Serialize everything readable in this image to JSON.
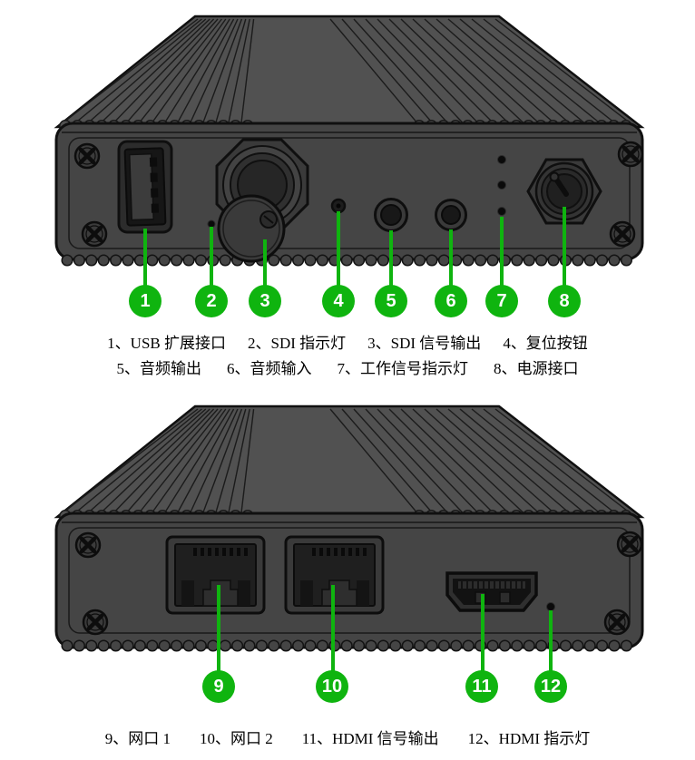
{
  "colors": {
    "accent_green": "#0fb40f",
    "device_top_gray": "#515151",
    "device_face_gray": "#454545",
    "outline": "#101010",
    "callout_number_color": "#ffffff",
    "label_text_color": "#000000"
  },
  "callouts": {
    "front": [
      "1",
      "2",
      "3",
      "4",
      "5",
      "6",
      "7",
      "8"
    ],
    "rear": [
      "9",
      "10",
      "11",
      "12"
    ]
  },
  "labels": {
    "front_row1": [
      "1、USB 扩展接口",
      "2、SDI 指示灯",
      "3、SDI 信号输出",
      "4、复位按钮"
    ],
    "front_row2": [
      "5、音频输出",
      "6、音频输入",
      "7、工作信号指示灯",
      "8、电源接口"
    ],
    "rear_row1": [
      "9、网口 1",
      "10、网口 2",
      "11、HDMI 信号输出",
      "12、HDMI 指示灯"
    ]
  }
}
